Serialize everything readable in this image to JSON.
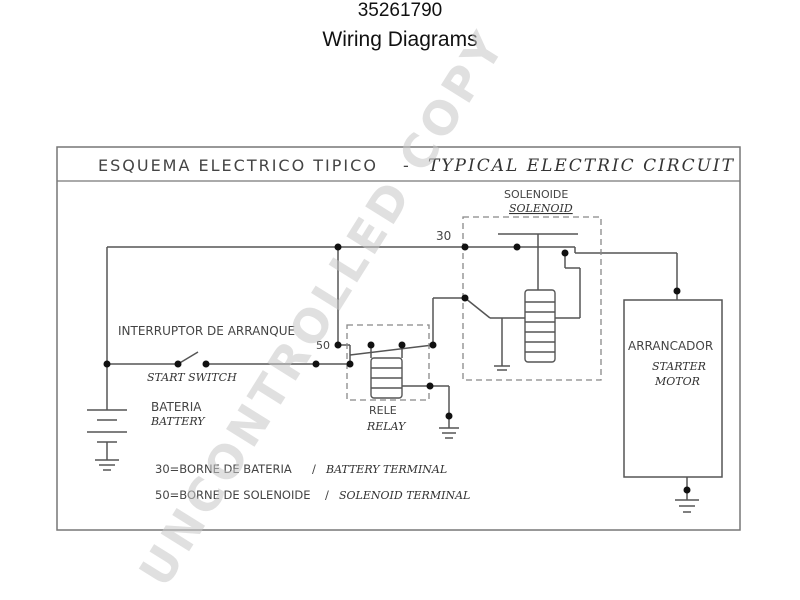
{
  "header": {
    "part_number": "35261790",
    "title": "Wiring Diagrams"
  },
  "diagram": {
    "heading_es": "ESQUEMA ELECTRICO TIPICO",
    "heading_sep": "-",
    "heading_en": "TYPICAL ELECTRIC CIRCUIT",
    "solenoid_es": "SOLENOIDE",
    "solenoid_en": "SOLENOID",
    "terminal_30": "30",
    "terminal_50": "50",
    "switch_es": "INTERRUPTOR DE ARRANQUE",
    "switch_en": "START SWITCH",
    "battery_es": "BATERIA",
    "battery_en": "BATTERY",
    "relay_es": "RELE",
    "relay_en": "RELAY",
    "starter_es": "ARRANCADOR",
    "starter_en_1": "STARTER",
    "starter_en_2": "MOTOR",
    "note_30_es": "30=BORNE DE BATERIA",
    "note_30_en": "BATTERY TERMINAL",
    "note_50_es": "50=BORNE DE SOLENOIDE",
    "note_50_en": "SOLENOID TERMINAL",
    "note_sep": "/"
  },
  "watermark": "UNCONTROLLED COPY",
  "colors": {
    "line": "#555555",
    "dot": "#111111",
    "dashed": "#888888",
    "watermark": "#c8c8c8"
  }
}
